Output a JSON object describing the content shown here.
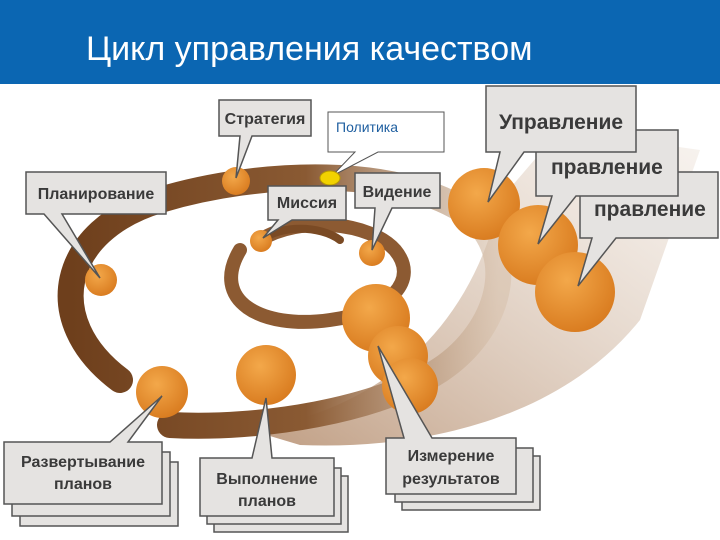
{
  "header": {
    "title": "Цикл управления качеством"
  },
  "diagram": {
    "strategy": "Стратегия",
    "policy": "Политика",
    "planning": "Планирование",
    "mission": "Миссия",
    "vision": "Видение",
    "management_1": "Управление",
    "management_2": "правление",
    "management_3": "правление",
    "deployment_line1": "Развертывание",
    "deployment_line2": "планов",
    "execution_line1": "Выполнение",
    "execution_line2": "планов",
    "measurement_line1": "Измерение",
    "measurement_line2": "результатов"
  },
  "colors": {
    "header": "#0b66b2",
    "spiral_dark": "#7a4a24",
    "spiral_light": "#c9a88a",
    "node_fill": "#e7932f",
    "callout_fill": "#e5e3e1",
    "callout_border": "#555555",
    "policy_dot": "#f2d200"
  }
}
